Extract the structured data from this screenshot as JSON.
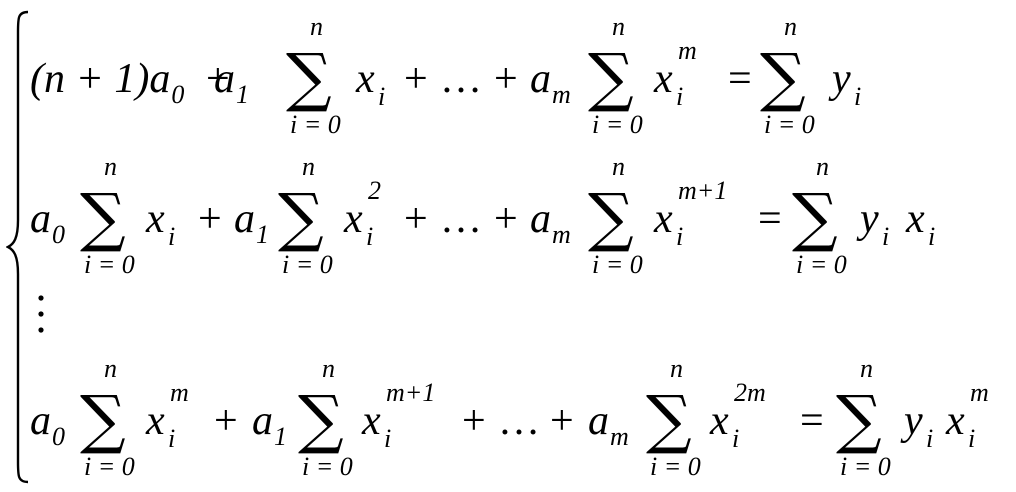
{
  "system": {
    "rows": [
      {
        "lhs": [
          {
            "coef": "(n + 1)a",
            "coef_sub": "0",
            "sum": false
          },
          {
            "coef": "a",
            "coef_sub": "1",
            "sum": true,
            "lower": "i = 0",
            "upper": "n",
            "term": "x",
            "term_sub": "i",
            "term_sup": ""
          },
          {
            "coef": "a",
            "coef_sub": "m",
            "sum": true,
            "lower": "i = 0",
            "upper": "n",
            "term": "x",
            "term_sub": "i",
            "term_sup": "m"
          }
        ],
        "rhs": {
          "lower": "i = 0",
          "upper": "n",
          "term": "y",
          "term_sub": "i",
          "extra": "",
          "extra_sup": ""
        }
      },
      {
        "lhs": [
          {
            "coef": "a",
            "coef_sub": "0",
            "sum": true,
            "lower": "i = 0",
            "upper": "n",
            "term": "x",
            "term_sub": "i",
            "term_sup": ""
          },
          {
            "coef": "a",
            "coef_sub": "1",
            "sum": true,
            "lower": "i = 0",
            "upper": "n",
            "term": "x",
            "term_sub": "i",
            "term_sup": "2"
          },
          {
            "coef": "a",
            "coef_sub": "m",
            "sum": true,
            "lower": "i = 0",
            "upper": "n",
            "term": "x",
            "term_sub": "i",
            "term_sup": "m+1"
          }
        ],
        "rhs": {
          "lower": "i = 0",
          "upper": "n",
          "term": "y",
          "term_sub": "i",
          "extra": "x",
          "extra_sub": "i",
          "extra_sup": ""
        }
      },
      {
        "lhs": [
          {
            "coef": "a",
            "coef_sub": "0",
            "sum": true,
            "lower": "i = 0",
            "upper": "n",
            "term": "x",
            "term_sub": "i",
            "term_sup": "m"
          },
          {
            "coef": "a",
            "coef_sub": "1",
            "sum": true,
            "lower": "i = 0",
            "upper": "n",
            "term": "x",
            "term_sub": "i",
            "term_sup": "m+1"
          },
          {
            "coef": "a",
            "coef_sub": "m",
            "sum": true,
            "lower": "i = 0",
            "upper": "n",
            "term": "x",
            "term_sub": "i",
            "term_sup": "2m"
          }
        ],
        "rhs": {
          "lower": "i = 0",
          "upper": "n",
          "term": "y",
          "term_sub": "i",
          "extra": "x",
          "extra_sub": "i",
          "extra_sup": "m"
        }
      }
    ],
    "symbols": {
      "plus": "+",
      "ellipsis": "…",
      "equals": "=",
      "sigma": "∑"
    }
  }
}
